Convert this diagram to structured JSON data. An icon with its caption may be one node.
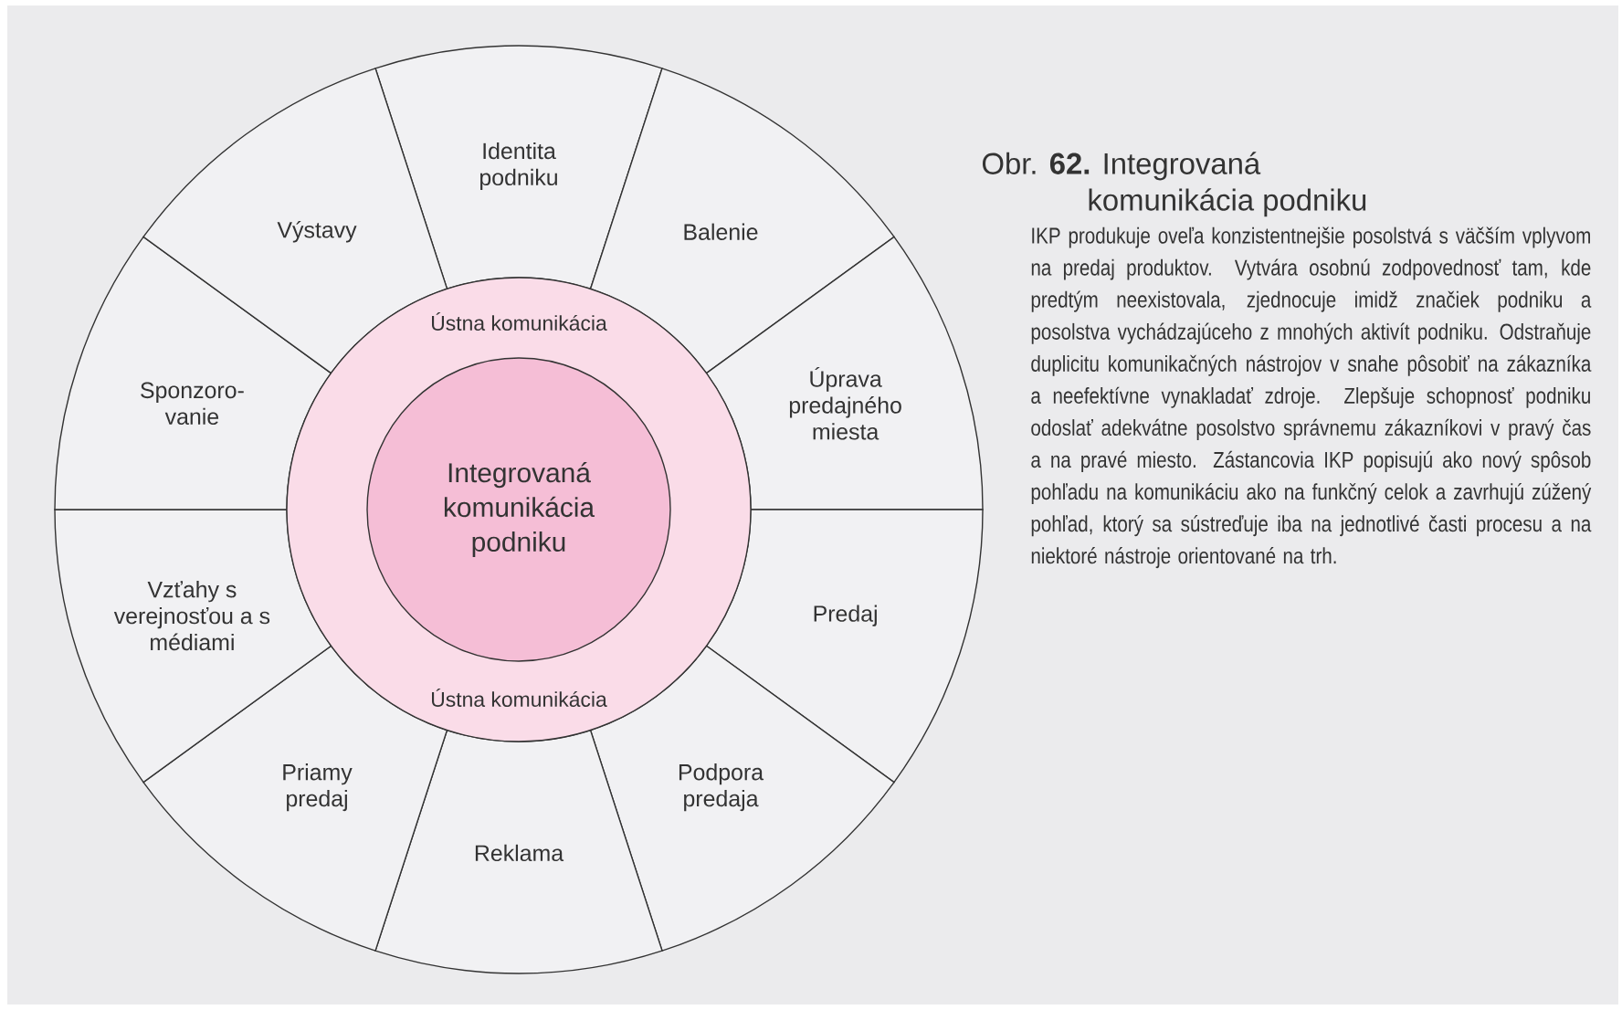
{
  "diagram": {
    "title": "Obr. **62.** Integrovaná komunikácia podniku",
    "caption": "IKP produkuje oveľa konzistentnejšie posolstvá s väčším vplyvom na predaj produktov. Vytvára osobnú zodpovednosť tam, kde predtým neexistovala, zjednocuje imidž značiek podniku a posolstva vychádzajúceho z mnohých aktivít podniku. Odstraňuje duplicitu komunikačných nástrojov v snahe pôsobiť na zákazníka a neefektívne vynakladať zdroje. Zlepšuje schopnosť podniku odoslať adekvátne posolstvo správnemu zákazníkovi v pravý čas a na pravé miesto. Zástancovia IKP popisujú ako nový spôsob pohľadu na komunikáciu ako na funkčný celok a zavrhujú zúžený pohľad, ktorý sa sústreďuje iba na jednotlivé časti procesu a na niektoré nástroje orientované na trh.",
    "nodes": [
      {
        "text": [
          "Identita podniku"
        ]
      },
      {
        "text": [
          "Balenie"
        ]
      },
      {
        "text": [
          "Úprava predajného miesta"
        ]
      },
      {
        "text": [
          "Predaj"
        ]
      },
      {
        "text": [
          "Podpora predaja"
        ]
      },
      {
        "text": [
          "Reklama"
        ]
      },
      {
        "text": [
          "Priamy predaj"
        ]
      },
      {
        "text": [
          "Vzťahy s verejnosťou a s médiami"
        ]
      },
      {
        "text": [
          "Sponzoro- vanie"
        ]
      },
      {
        "text": [
          "Výstavy"
        ]
      },
      {
        "text": [
          "Ústna komunikácia",
          "Ústna komunikácia"
        ]
      },
      {
        "text": [
          "Integrovaná komunikácia podniku"
        ],
        "in": 10
      }
    ]
  }
}
